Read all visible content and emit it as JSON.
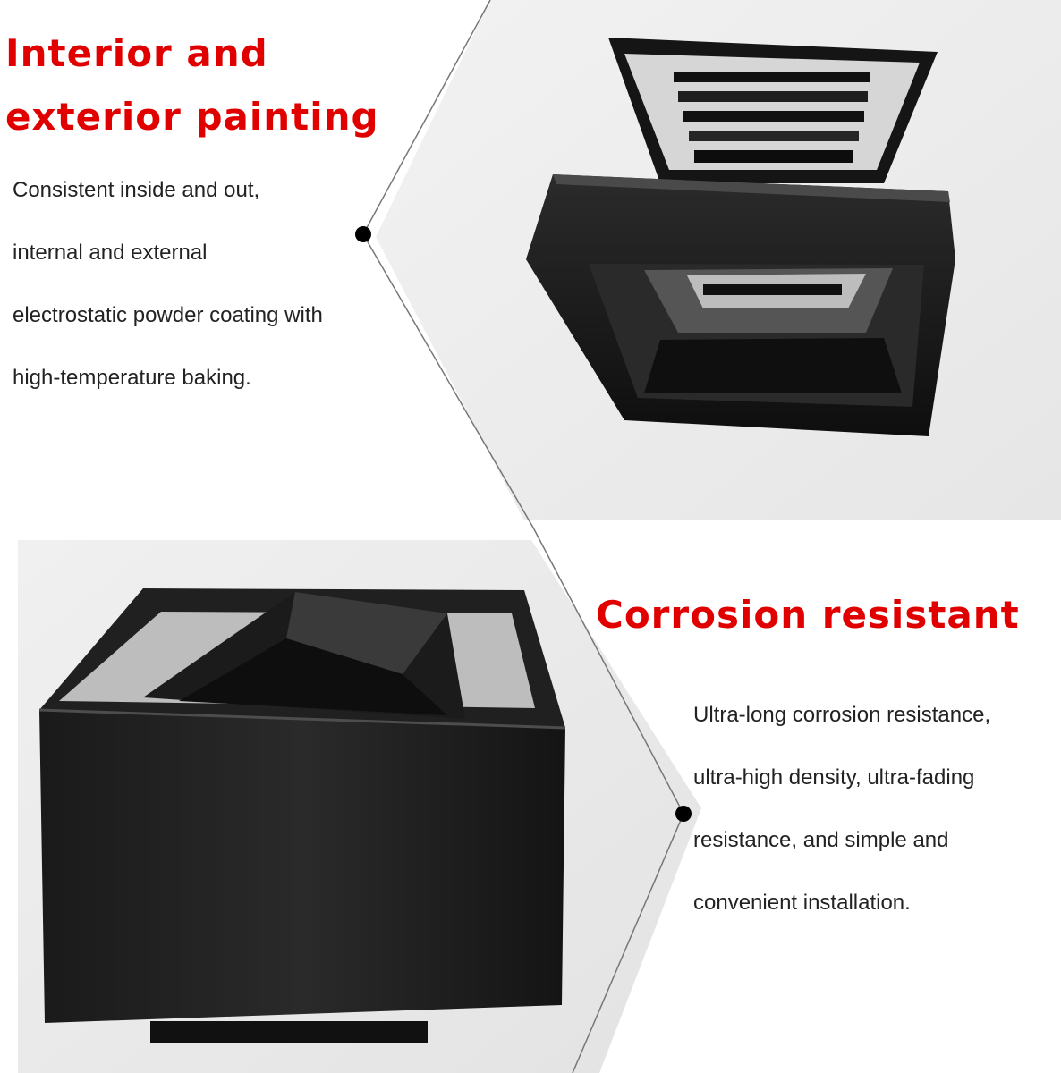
{
  "sections": [
    {
      "title_lines": [
        "Interior and",
        "exterior painting"
      ],
      "body_lines": [
        "Consistent inside and out,",
        "internal and external",
        "electrostatic powder coating with",
        "high-temperature baking."
      ],
      "image_icon": "black-rain-cap-vent-photo"
    },
    {
      "title_lines": [
        "Corrosion resistant"
      ],
      "body_lines": [
        "Ultra-long corrosion resistance,",
        "ultra-high density, ultra-fading",
        "resistance, and simple and",
        "convenient installation."
      ],
      "image_icon": "black-square-roof-vent-photo"
    }
  ],
  "colors": {
    "headline": "#e10000",
    "body": "#222222",
    "product": "#1c1c1c",
    "backdrop": "#eeeeee"
  }
}
